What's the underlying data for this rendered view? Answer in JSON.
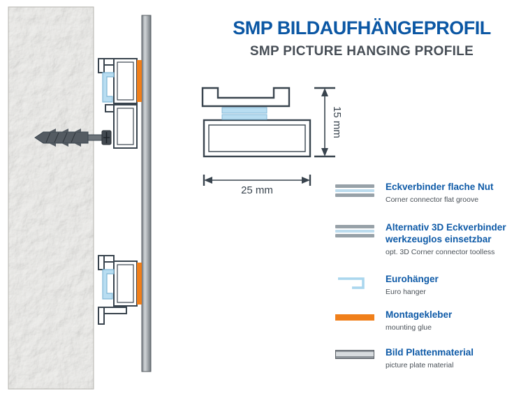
{
  "header": {
    "title": "SMP BILDAUFHÄNGEPROFIL",
    "subtitle": "SMP PICTURE HANGING PROFILE"
  },
  "diagram": {
    "dim_height": "15 mm",
    "dim_width": "25 mm"
  },
  "legend": {
    "items": [
      {
        "icon": "corner-connector-flat-icon",
        "label": "Eckverbinder flache Nut",
        "sublabel": "Corner connector flat groove"
      },
      {
        "icon": "corner-connector-3d-icon",
        "label": "Alternativ 3D Eckverbinder",
        "label2": "werkzeuglos einsetzbar",
        "sublabel": "opt. 3D Corner connector toolless"
      },
      {
        "icon": "euro-hanger-icon",
        "label": "Eurohänger",
        "sublabel": "Euro hanger"
      },
      {
        "icon": "mounting-glue-icon",
        "label": "Montagekleber",
        "sublabel": "mounting glue"
      },
      {
        "icon": "picture-plate-icon",
        "label": "Bild Plattenmaterial",
        "sublabel": "picture plate material"
      }
    ]
  },
  "colors": {
    "title_blue": "#0b57a4",
    "accent_orange": "#f07f1a",
    "hanger_blue": "#b8ddf1",
    "plate_gray": "#9aa0a6",
    "outline_slate": "#39444e",
    "wall_gray": "#dbdad5"
  }
}
